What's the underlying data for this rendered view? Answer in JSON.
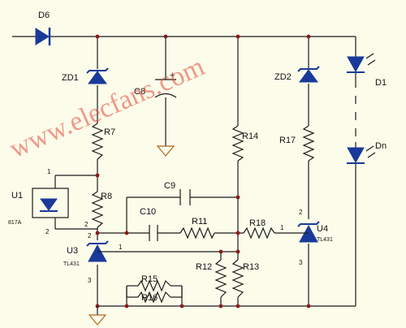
{
  "watermark": "www.elecfans.com",
  "components": {
    "D6": "D6",
    "ZD1": "ZD1",
    "ZD2": "ZD2",
    "C8": "C8",
    "C9": "C9",
    "C10": "C10",
    "R7": "R7",
    "R8": "R8",
    "R11": "R11",
    "R12": "R12",
    "R13": "R13",
    "R14": "R14",
    "R15": "R15",
    "R16": "R16",
    "R17": "R17",
    "R18": "R18",
    "U1": "U1",
    "U1_part": "817A",
    "U3": "U3",
    "U3_part": "TL431",
    "U4": "U4",
    "U4_part": "TL431",
    "D1": "D1",
    "Dn": "Dn"
  },
  "pins": {
    "u1_p1": "1",
    "u1_p2": "2",
    "u3_p1": "1",
    "u3_p2": "2",
    "u3_p3": "3",
    "u4_p1": "1",
    "u4_p2": "2",
    "u4_p3": "3"
  },
  "c8_polarity": "+",
  "colors": {
    "wire": "#1a1a1a",
    "component_fill": "#1a3a9a",
    "ground": "#b0661a",
    "junction": "#8b1a1a",
    "watermark": "#e54a3a",
    "background": "#fcfcea"
  }
}
